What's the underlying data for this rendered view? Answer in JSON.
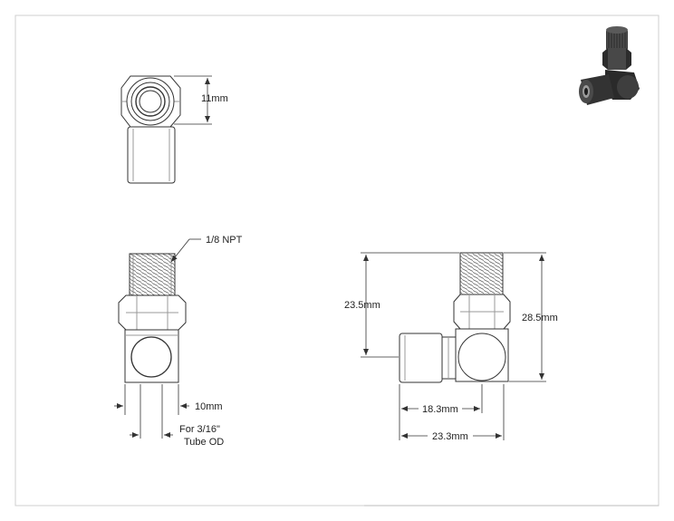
{
  "drawing": {
    "labels": {
      "top_height": "11mm",
      "thread": "1/8 NPT",
      "hex_width": "10mm",
      "tube_od_line1": "For 3/16\"",
      "tube_od_line2": "Tube OD",
      "inner_height": "23.5mm",
      "overall_height": "28.5mm",
      "inner_width": "18.3mm",
      "overall_width": "23.3mm"
    },
    "colors": {
      "border": "#cfcfcf",
      "line": "#333333",
      "part_fill": "#ffffff",
      "iso_dark": "#2c2c2c",
      "iso_mid": "#6a6a6a"
    },
    "icons": {
      "iso_view": "elbow-fitting-3d-icon"
    }
  }
}
